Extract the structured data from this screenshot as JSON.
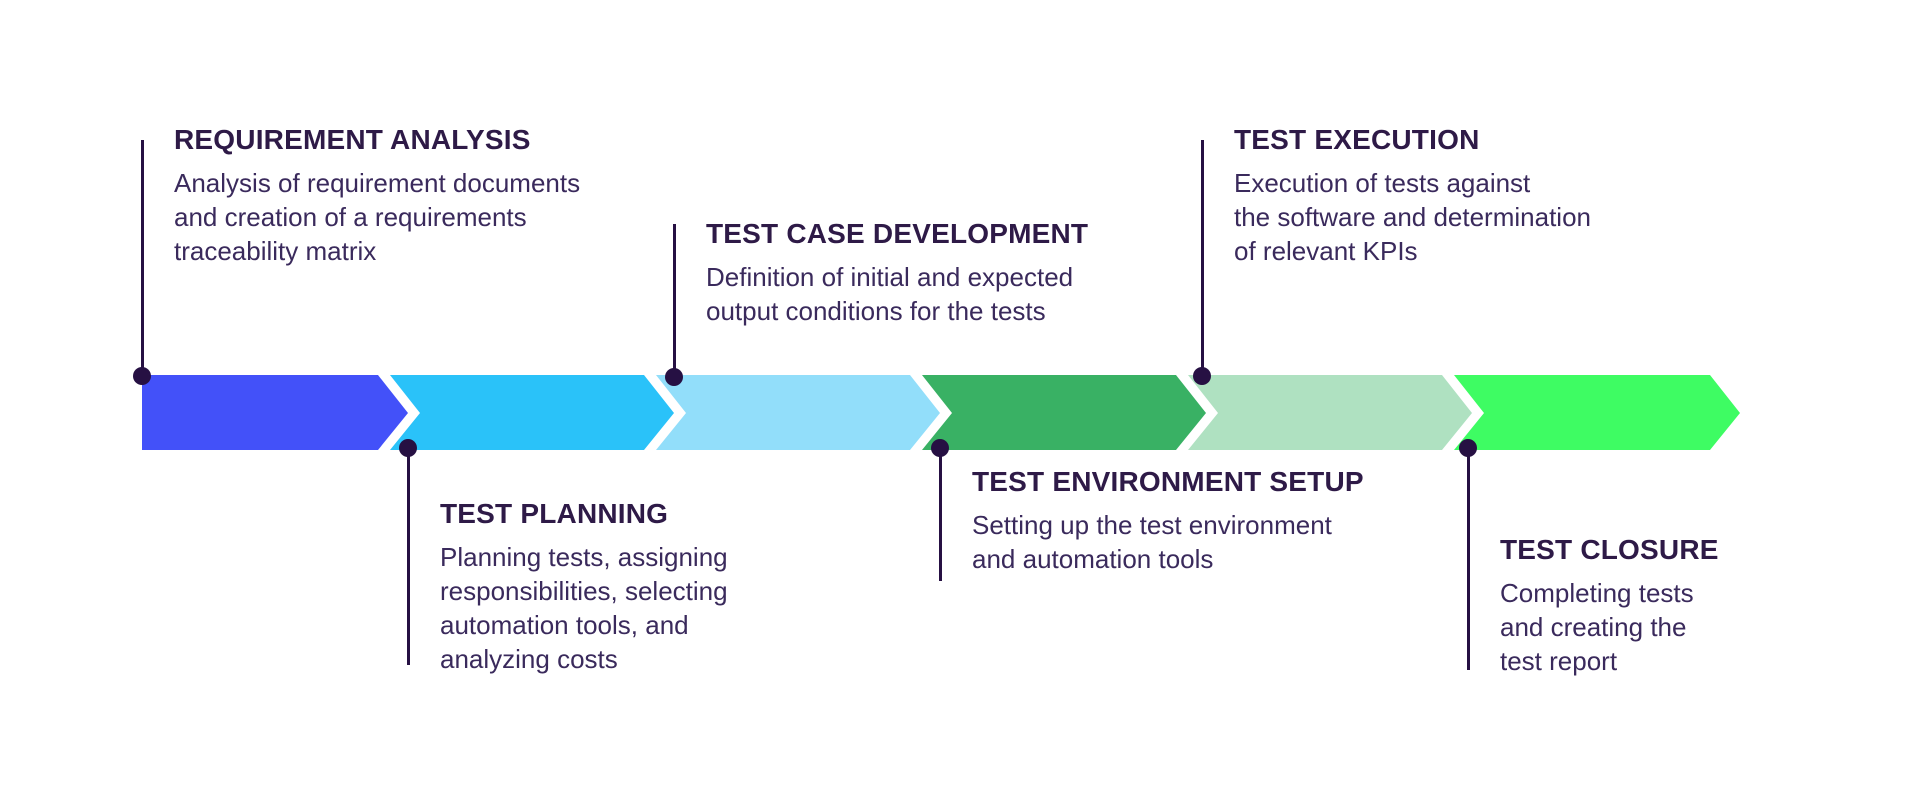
{
  "diagram": {
    "name": "software-testing-lifecycle-process",
    "background_color": "#ffffff",
    "line_color": "#261043",
    "title_color": "#2e1a47",
    "text_color": "#3a2a5c",
    "steps": [
      {
        "title": "REQUIREMENT ANALYSIS",
        "description": "Analysis of requirement documents\nand creation of a requirements\ntraceability matrix",
        "color": "#4351f9",
        "label_position": "above"
      },
      {
        "title": "TEST PLANNING",
        "description": "Planning tests, assigning\nresponsibilities, selecting\nautomation tools, and\nanalyzing costs",
        "color": "#2ac2f9",
        "label_position": "below"
      },
      {
        "title": "TEST CASE DEVELOPMENT",
        "description": "Definition of initial and expected\noutput conditions for the tests",
        "color": "#92defa",
        "label_position": "above"
      },
      {
        "title": "TEST ENVIRONMENT SETUP",
        "description": "Setting up the test environment\nand automation tools",
        "color": "#39b164",
        "label_position": "below"
      },
      {
        "title": "TEST EXECUTION",
        "description": "Execution of tests against\nthe software and determination\nof relevant KPIs",
        "color": "#afe1c1",
        "label_position": "above"
      },
      {
        "title": "TEST CLOSURE",
        "description": "Completing tests\nand creating the\ntest report",
        "color": "#3efc63",
        "label_position": "below"
      }
    ]
  }
}
